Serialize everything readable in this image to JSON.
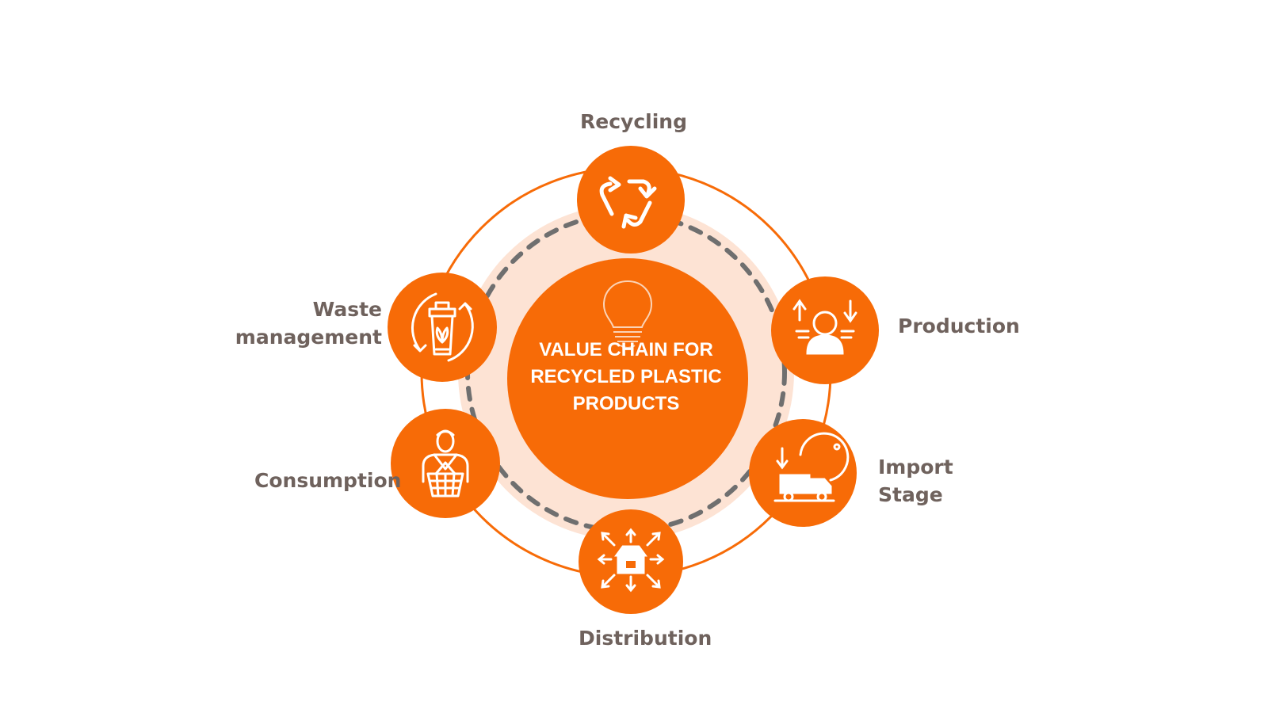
{
  "title_lines": [
    "VALUE CHAIN FOR",
    "RECYCLED PLASTIC",
    "PRODUCTS"
  ],
  "stages": {
    "recycling": {
      "lines": [
        "Recycling"
      ],
      "icon": "recycle-icon"
    },
    "production": {
      "lines": [
        "Production"
      ],
      "icon": "production-worker-icon"
    },
    "import": {
      "lines": [
        "Import",
        "Stage"
      ],
      "icon": "delivery-truck-globe-icon"
    },
    "distribution": {
      "lines": [
        "Distribution"
      ],
      "icon": "store-distribution-arrows-icon"
    },
    "consumption": {
      "lines": [
        "Consumption"
      ],
      "icon": "shopper-basket-icon"
    },
    "waste": {
      "lines": [
        "Waste",
        "management"
      ],
      "icon": "waste-bin-cycle-icon"
    }
  },
  "colors": {
    "accent": "#f76b07",
    "halo": "#fde3d4",
    "dash": "#6f6f6f",
    "label": "#6f625d",
    "white": "#ffffff"
  },
  "center_icon": "lightbulb-icon"
}
